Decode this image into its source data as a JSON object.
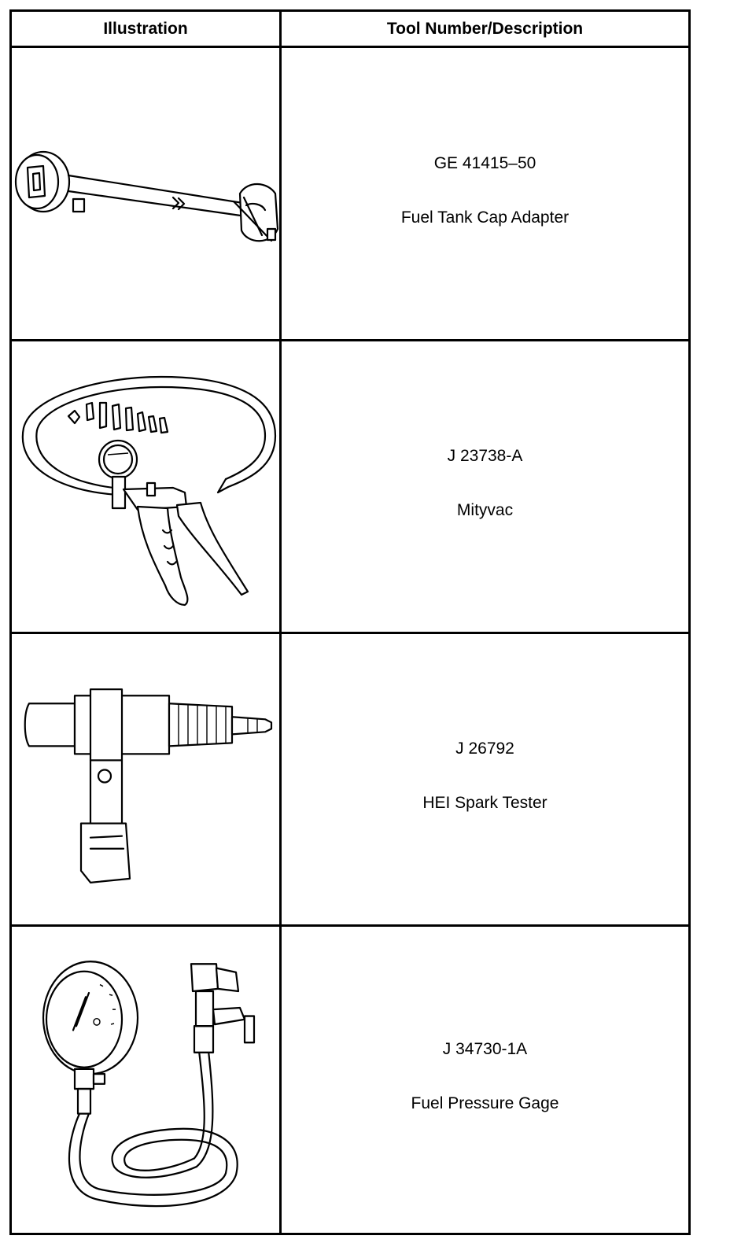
{
  "header": {
    "illustration_label": "Illustration",
    "description_label": "Tool Number/Description"
  },
  "tools": [
    {
      "number": "GE 41415–50",
      "description": "Fuel Tank Cap Adapter",
      "icon": "fuel-tank-cap-adapter-illustration"
    },
    {
      "number": "J 23738-A",
      "description": "Mityvac",
      "icon": "mityvac-illustration"
    },
    {
      "number": "J 26792",
      "description": "HEI Spark Tester",
      "icon": "spark-tester-illustration"
    },
    {
      "number": "J 34730-1A",
      "description": "Fuel Pressure Gage",
      "icon": "fuel-pressure-gage-illustration"
    }
  ]
}
